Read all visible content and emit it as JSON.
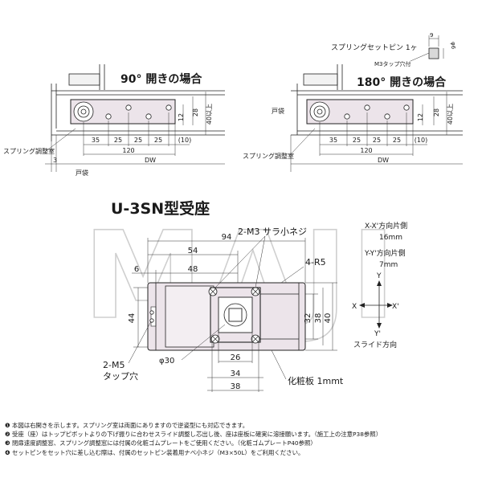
{
  "watermark": "MAJI",
  "top_right_label": {
    "spring_set_pin": "スプリングセットピン 1ヶ",
    "m3_tap": "M3タップ穴付",
    "dim_9": "9",
    "dim_6": "φ6"
  },
  "left_view": {
    "title": "90° 開きの場合",
    "dims": [
      "35",
      "25",
      "25",
      "25",
      "(10)",
      "120",
      "12",
      "28",
      "40以上"
    ],
    "spring_adjust": "スプリング調整室",
    "dim_3": "3",
    "door_pocket": "戸袋",
    "dw": "DW"
  },
  "right_view": {
    "title": "180° 開きの場合",
    "door_pocket": "戸袋",
    "dims": [
      "35",
      "25",
      "25",
      "25",
      "(10)",
      "120",
      "12",
      "28",
      "40以上"
    ],
    "spring_adjust": "スプリング調整室",
    "dw": "DW"
  },
  "main": {
    "title": "U-3SN型受座",
    "dims": {
      "d94": "94",
      "d54": "54",
      "d48": "48",
      "d6": "6",
      "d44": "44",
      "d32": "32",
      "d38": "38",
      "d40": "40",
      "d26": "26",
      "d34": "34",
      "d38b": "38",
      "phi30": "φ30"
    },
    "labels": {
      "screw": "2-M3 サラ小ネジ",
      "r5": "4-R5",
      "m5": "2-M5",
      "tap": "タップ穴",
      "cover": "化粧板 1mmt"
    },
    "axis": {
      "xx": "X-X'方向片側",
      "xx_val": "16mm",
      "yy": "Y-Y'方向片側",
      "yy_val": "7mm",
      "y": "Y",
      "x": "X",
      "x2": "X'",
      "y2": "Y'",
      "slide": "スライド方向"
    }
  },
  "notes": [
    "❶ 本図は右開きを示します。スプリング室は両面にありますので逆姿型にも対応できます。",
    "❷ 受座（座）はトップピボットよりの下げ振りに合わせスライド調整し芯出し後、座は座板に確実に溶接願います。（施工上の注意P38参照）",
    "❸ 閉扉速度調整窓、スプリング調整窓には付属の化粧ゴムプレートをご使用ください。（化粧ゴムプレートP40参照）",
    "❹ セットピンをセット穴に差し込む際は、付属のセットピン装着用ナベ小ネジ（M3×50L）をご利用ください。"
  ]
}
